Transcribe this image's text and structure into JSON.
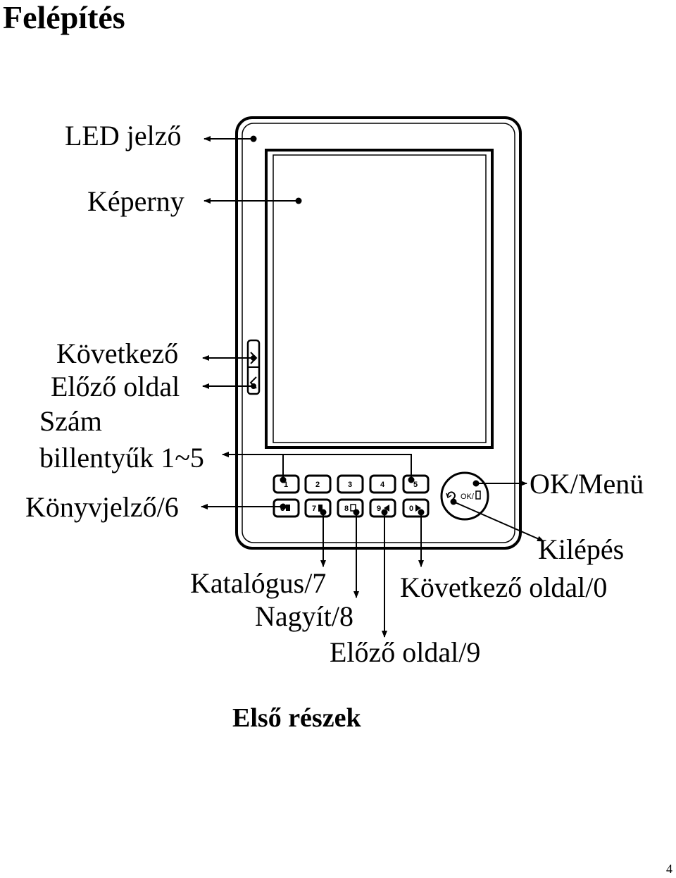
{
  "title": "Felépítés",
  "labels": {
    "led": "LED jelző",
    "screen": "Képerny",
    "next": "Következő",
    "prev": "Előző oldal",
    "num_keys_1": "Szám",
    "num_keys_2": "billentyűk 1~5",
    "bookmark": "Könyvjelző/6",
    "ok_menu": "OK/Menü",
    "exit": "Kilépés",
    "catalog": "Katalógus/7",
    "next_page": "Következő oldal/0",
    "zoom": "Nagyít/8",
    "prev_page": "Előző oldal/9"
  },
  "keys_top": [
    "1",
    "2",
    "3",
    "4",
    "5"
  ],
  "keys_bottom": [
    "6",
    "7",
    "8",
    "9",
    "0"
  ],
  "ok_text": "OK/",
  "caption": "Első részek",
  "page_number": "4",
  "icons": {
    "led": "led-indicator-icon",
    "next": "arrow-up-icon",
    "prev": "arrow-down-icon",
    "back": "return-arrow-icon",
    "menu": "menu-icon"
  }
}
